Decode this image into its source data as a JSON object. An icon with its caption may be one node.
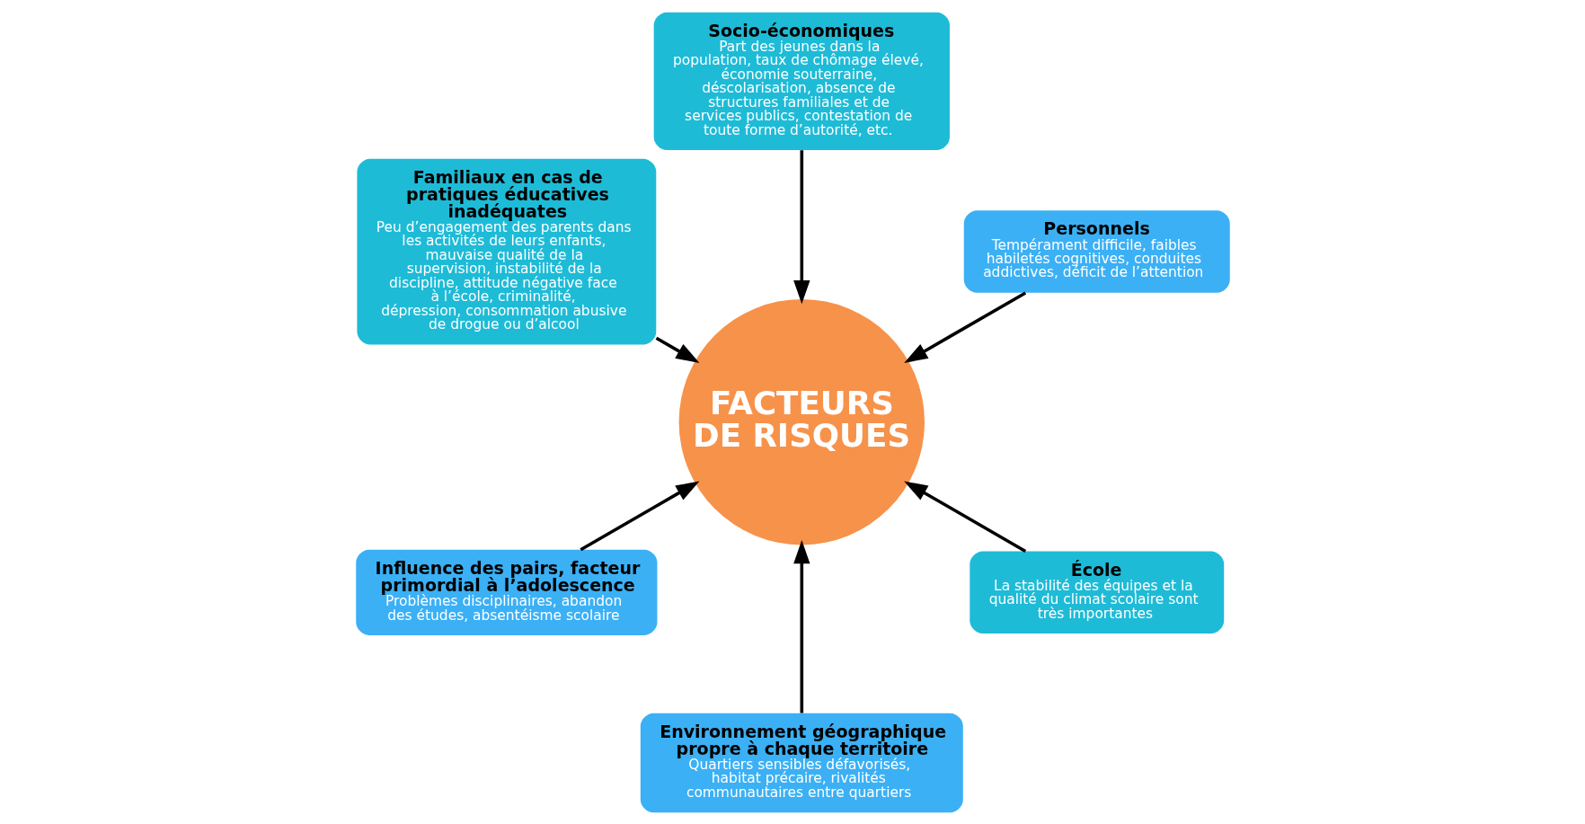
{
  "diagram": {
    "nodes": [
      {
        "text": [
          "Personnels",
          "Tempérament difficile, faibles habiletés cognitives, conduites addictives, déficit de l’attention"
        ]
      },
      {
        "text": [
          "Socio-économiques",
          "Part des jeunes dans la population, taux de chômage élevé, économie souterraine, déscolarisation, absence de structures familiales et de services publics, contestation de toute forme d’autorité, etc."
        ]
      },
      {
        "text": [
          "Familiaux en cas de pratiques éducatives inadéquates",
          "Peu d’engagement des parents dans les activités de leurs enfants, mauvaise qualité de la supervision, instabilité de la discipline, attitude négative face à l’école, criminalité, dépression, consommation abusive de drogue ou d’alcool"
        ]
      },
      {
        "text": [
          "Influence des pairs, facteur primordial à l’adolescence",
          "Problèmes disciplinaires, abandon des études, absentéisme scolaire"
        ]
      },
      {
        "text": [
          "Environnement géographique propre à chaque territoire",
          "Quartiers sensibles défavorisés, habitat précaire, rivalités communautaires entre quartiers"
        ]
      },
      {
        "text": [
          "École",
          "La stabilité des équipes et la qualité du climat scolaire sont très importantes"
        ]
      },
      {
        "text": [
          "FACTEURS DE RISQUES"
        ]
      }
    ],
    "edges": [
      {
        "from": 0,
        "to": 6,
        "arrow": "to"
      },
      {
        "from": 1,
        "to": 6,
        "arrow": "to"
      },
      {
        "from": 2,
        "to": 6,
        "arrow": "to"
      },
      {
        "from": 3,
        "to": 6,
        "arrow": "to"
      },
      {
        "from": 4,
        "to": 6,
        "arrow": "to"
      },
      {
        "from": 5,
        "to": 6,
        "arrow": "to"
      }
    ]
  }
}
